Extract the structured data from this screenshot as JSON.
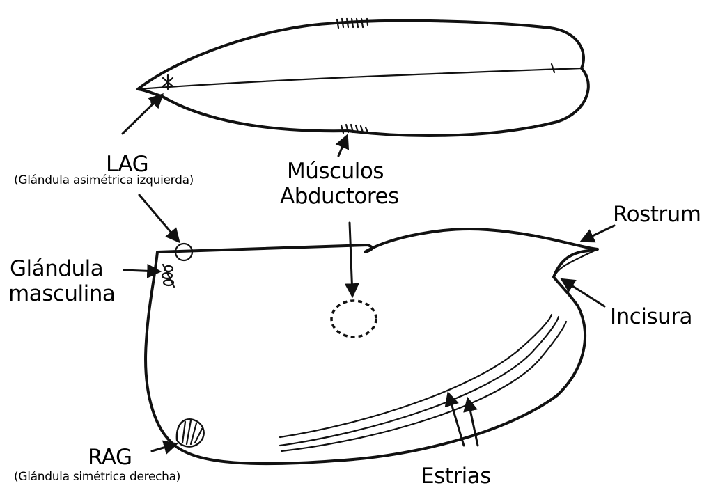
{
  "labels": {
    "lag": "LAG",
    "lag_desc": "(Glándula asimétrica izquierda)",
    "musculos_line1": "Músculos",
    "musculos_line2": "Abductores",
    "rostrum": "Rostrum",
    "glandula_line1": "Glándula",
    "glandula_line2": "masculina",
    "incisura": "Incisura",
    "rag": "RAG",
    "rag_desc": "(Glándula simétrica derecha)",
    "estrias": "Estrias"
  },
  "colors": {
    "ink": "#111111",
    "background": "#ffffff"
  }
}
